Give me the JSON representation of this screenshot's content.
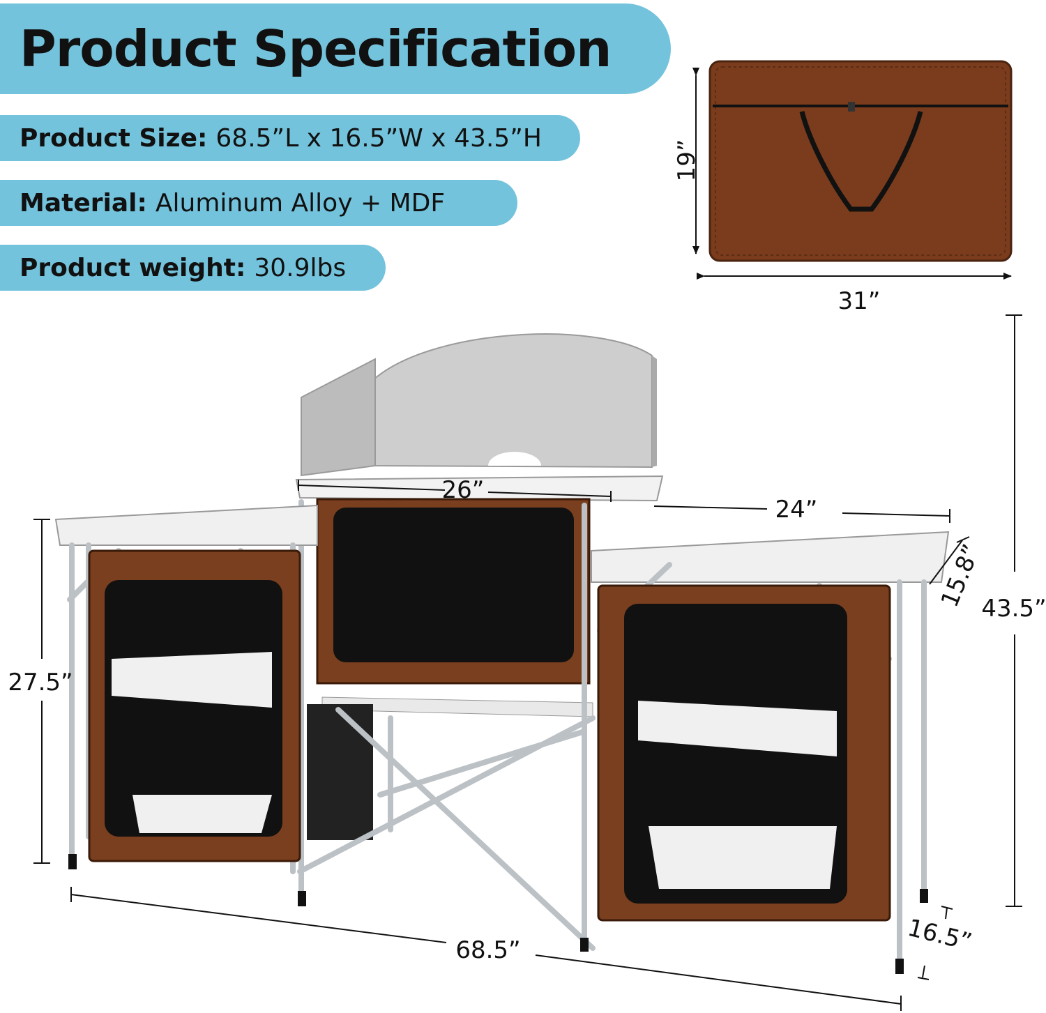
{
  "title": "Product Specification",
  "specs": [
    {
      "label": "Product Size:",
      "value": "68.5”L x 16.5”W x 43.5”H"
    },
    {
      "label": "Material:",
      "value": "Aluminum Alloy + MDF"
    },
    {
      "label": "Product weight:",
      "value": "30.9lbs"
    }
  ],
  "bag": {
    "height_label": "19”",
    "width_label": "31”"
  },
  "dimensions": {
    "center_width": "26”",
    "side_width": "24”",
    "side_depth": "15.8”",
    "total_height": "43.5”",
    "table_height": "27.5”",
    "total_length": "68.5”",
    "total_depth": "16.5”"
  },
  "colors": {
    "pill": "#74c3dc",
    "fabric": "#7a3f1e",
    "frame": "#b9bec2",
    "windscreen": "#cfcfcf"
  }
}
